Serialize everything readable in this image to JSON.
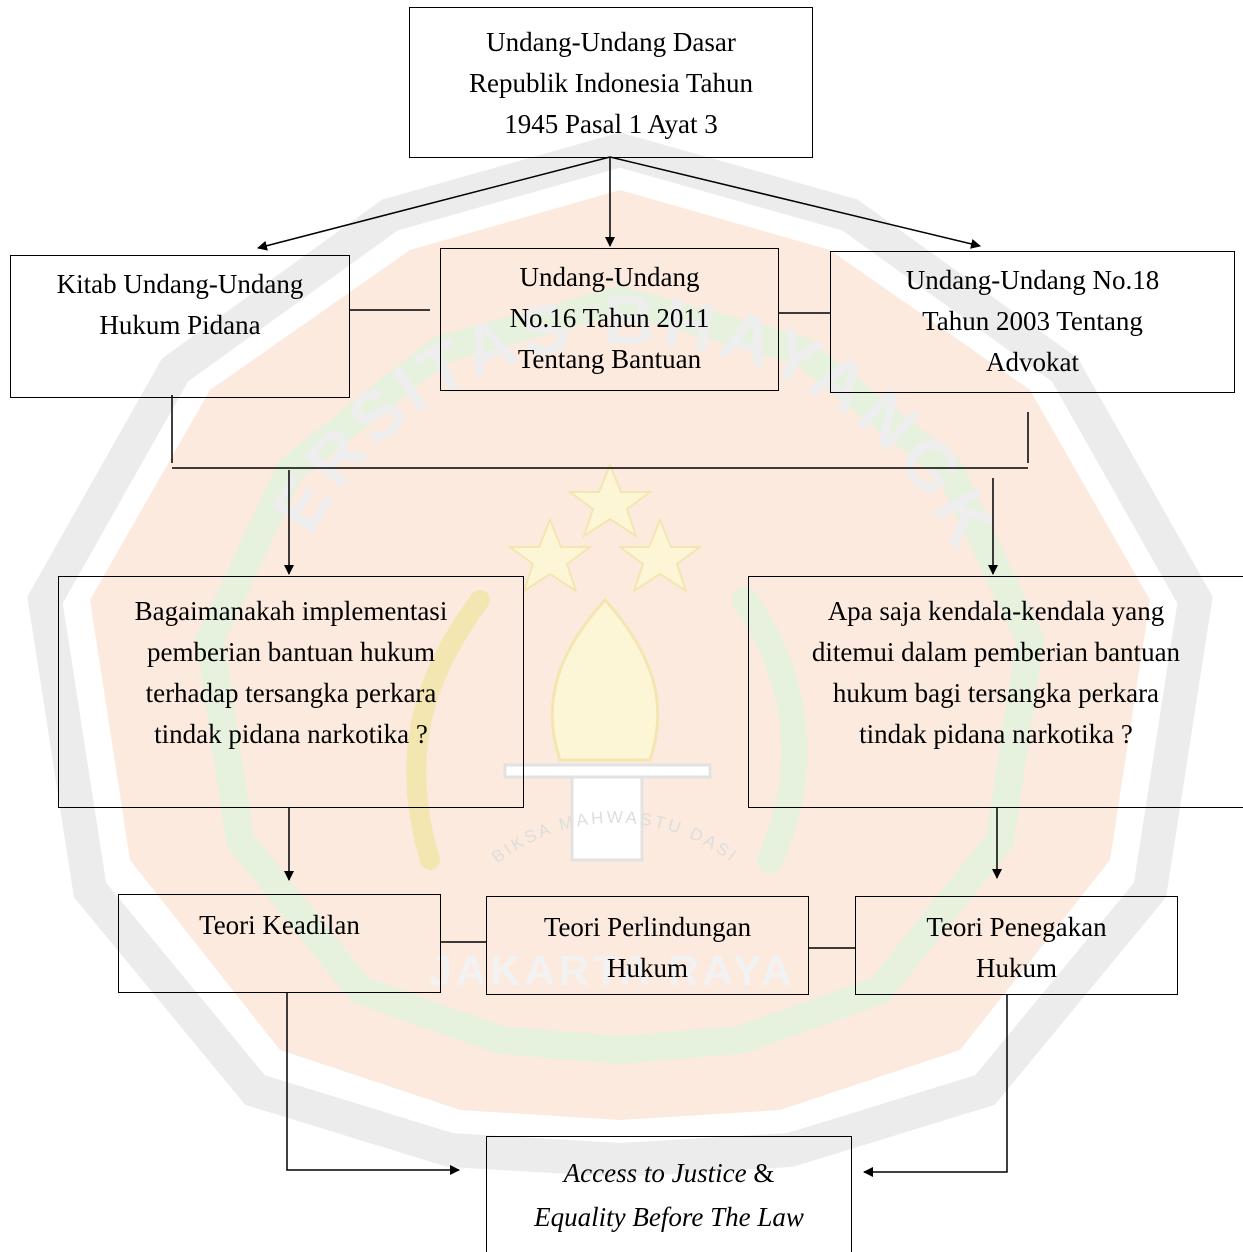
{
  "diagram": {
    "nodes": {
      "uud1945": {
        "text": "Undang-Undang Dasar\nRepublik Indonesia Tahun\n1945 Pasal 1 Ayat 3"
      },
      "kuhp": {
        "text": "Kitab Undang-Undang\nHukum Pidana"
      },
      "uu16": {
        "text": "Undang-Undang\nNo.16 Tahun 2011\nTentang Bantuan"
      },
      "uu18": {
        "text": "Undang-Undang No.18\nTahun 2003 Tentang\nAdvokat"
      },
      "q1": {
        "text": "Bagaimanakah implementasi\npemberian bantuan hukum\nterhadap tersangka perkara\ntindak pidana narkotika ?"
      },
      "q2": {
        "text": "Apa saja kendala-kendala yang\nditemui dalam pemberian bantuan\nhukum bagi tersangka perkara\ntindak pidana narkotika ?"
      },
      "teori_keadilan": {
        "text": "Teori Keadilan"
      },
      "teori_perlindungan": {
        "text": "Teori Perlindungan\nHukum"
      },
      "teori_penegakan": {
        "text": "Teori Penegakan\nHukum"
      },
      "outcome": {
        "line1": "Access to Justice",
        "amp": " &",
        "line2": "Equality Before The Law"
      }
    },
    "watermark": {
      "arc_text": "UNIVERSITAS BHAYANGKARA",
      "motto": "BIKSA MAHWASTU DASI",
      "city": "JAKARTA RAYA"
    },
    "colors": {
      "line": "#000000",
      "text": "#000000",
      "wm_orange": "#fbe3d3",
      "wm_green": "#e6f1de",
      "wm_yellow": "#fdf6d6",
      "wm_gray": "#ececec"
    }
  }
}
